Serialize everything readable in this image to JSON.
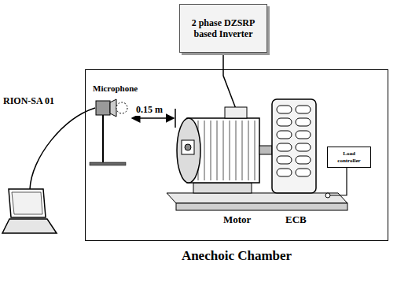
{
  "diagram": {
    "nodes": [
      {
        "text": [
          "2 phase DZSRP based Inverter"
        ]
      },
      {
        "text": [
          "Anechoic Chamber"
        ]
      },
      {
        "text": [
          "Load controller"
        ],
        "in": 1
      }
    ],
    "labels": [
      "RION-SA 01",
      "Microphone",
      "0.15 m",
      "Motor",
      "ECB"
    ]
  }
}
